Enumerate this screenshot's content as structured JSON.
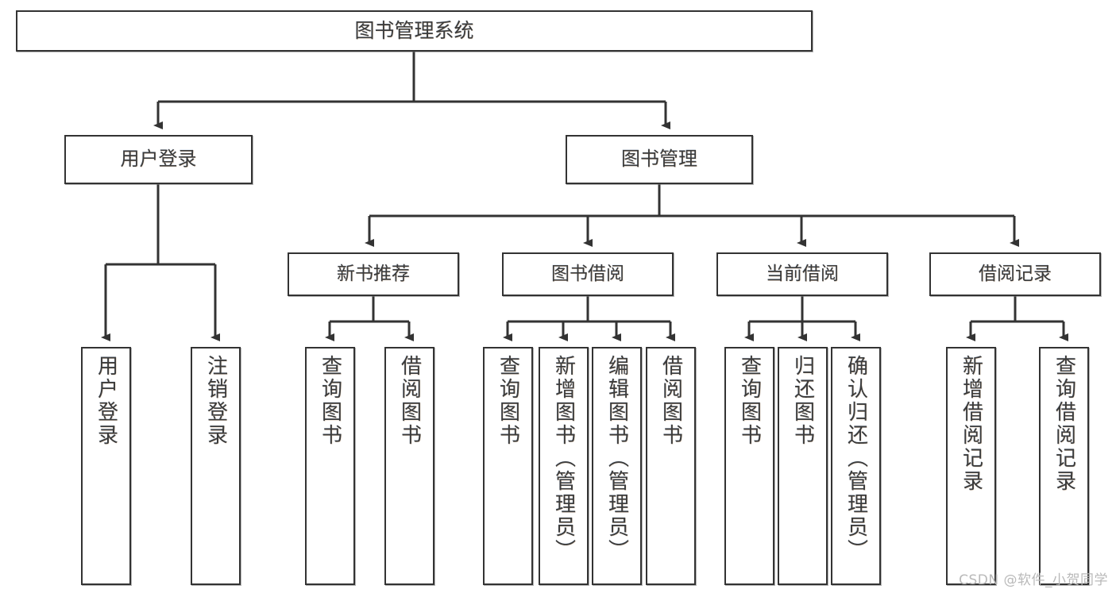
{
  "diagram": {
    "title": "图书管理系统",
    "colors": {
      "box_border": "#333333",
      "text": "#3b3b3b",
      "background": "#ffffff",
      "connector": "#333333",
      "watermark": "#b9b9b9"
    },
    "root": {
      "label": "图书管理系统"
    },
    "level2": [
      {
        "label": "用户登录"
      },
      {
        "label": "图书管理"
      }
    ],
    "level3": [
      {
        "label": "新书推荐"
      },
      {
        "label": "图书借阅"
      },
      {
        "label": "当前借阅"
      },
      {
        "label": "借阅记录"
      }
    ],
    "leaves": {
      "user_login": [
        {
          "label": "用户登录"
        },
        {
          "label": "注销登录"
        }
      ],
      "new_book_recommend": [
        {
          "label": "查询图书"
        },
        {
          "label": "借阅图书"
        }
      ],
      "book_borrow": [
        {
          "label": "查询图书"
        },
        {
          "label": "新增图书（管理员）"
        },
        {
          "label": "编辑图书（管理员）"
        },
        {
          "label": "借阅图书"
        }
      ],
      "current_borrow": [
        {
          "label": "查询图书"
        },
        {
          "label": "归还图书"
        },
        {
          "label": "确认归还（管理员）"
        }
      ],
      "borrow_record": [
        {
          "label": "新增借阅记录"
        },
        {
          "label": "查询借阅记录"
        }
      ]
    }
  },
  "watermark": {
    "text": "CSDN @软件_小贺同学"
  }
}
